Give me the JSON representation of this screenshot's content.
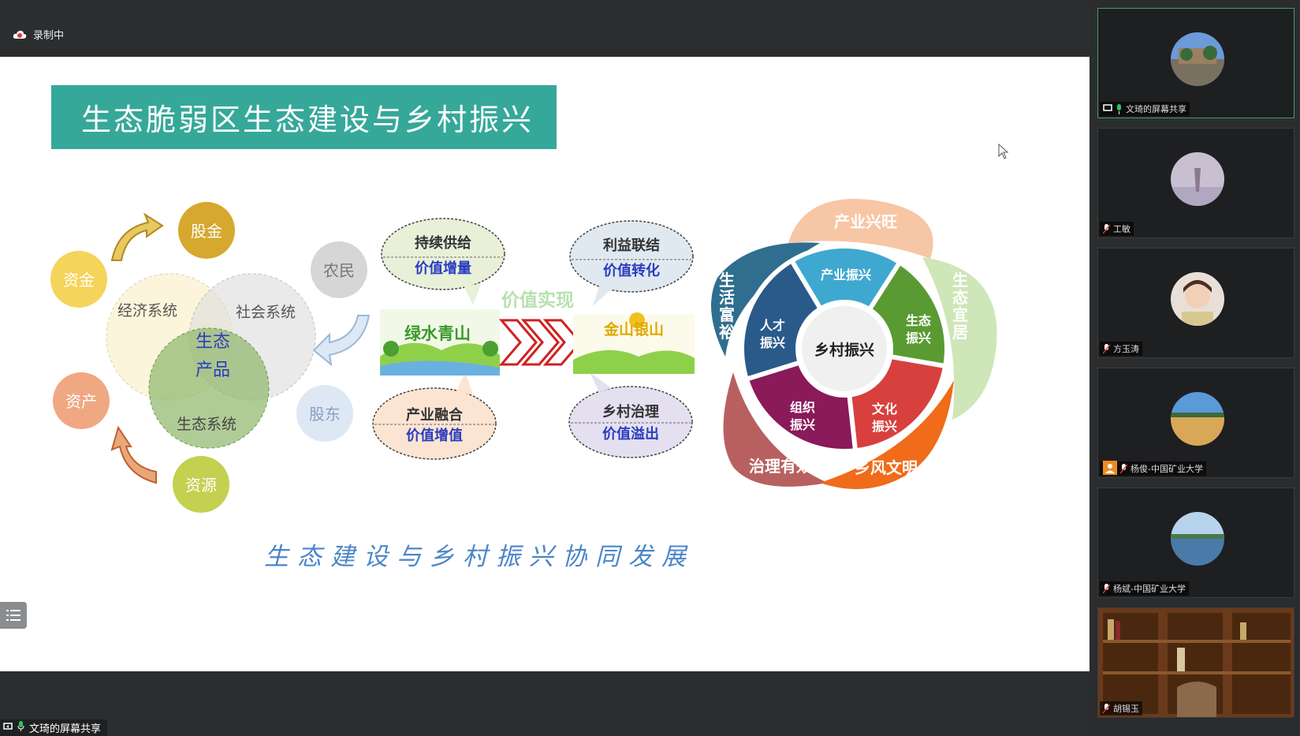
{
  "topbar": {
    "recording_label": "录制中"
  },
  "slide": {
    "title": "生态脆弱区生态建设与乡村振兴",
    "footer": "生态建设与乡村振兴协同发展",
    "capital_circles": {
      "fund": "资金",
      "stock": "股金",
      "asset": "资产",
      "resource": "资源",
      "farmer": "农民",
      "shareholder": "股东"
    },
    "systems": {
      "economic": "经济系统",
      "social": "社会系统",
      "eco": "生态系统",
      "product_line1": "生态",
      "product_line2": "产品"
    },
    "bubbles": [
      {
        "line1": "持续供给",
        "line2": "价值增量"
      },
      {
        "line1": "产业融合",
        "line2": "价值增值"
      },
      {
        "line1": "利益联结",
        "line2": "价值转化"
      },
      {
        "line1": "乡村治理",
        "line2": "价值溢出"
      }
    ],
    "green_mountain": "绿水青山",
    "gold_mountain": "金山银山",
    "value_realization": "价值实现",
    "petals": {
      "industry": "产业兴旺",
      "living": "生态宜居",
      "civility": "乡风文明",
      "governance": "治理有效",
      "life": "生活富裕"
    },
    "wheel": {
      "center": "乡村振兴",
      "segments": [
        "产业振兴",
        "生态振兴",
        "文化振兴",
        "组织振兴",
        "人才振兴"
      ]
    }
  },
  "bottombar": {
    "share_label": "文琦的屏幕共享"
  },
  "participants": [
    {
      "name": "文琦的屏幕共享",
      "mic": "on",
      "screen": true
    },
    {
      "name": "工敏",
      "mic": "muted"
    },
    {
      "name": "方玉涛",
      "mic": "muted"
    },
    {
      "name": "杨俊-中国矿业大学",
      "mic": "muted",
      "host": true
    },
    {
      "name": "杨斌-中国矿业大学",
      "mic": "muted"
    },
    {
      "name": "胡锡玉",
      "mic": "muted"
    }
  ]
}
